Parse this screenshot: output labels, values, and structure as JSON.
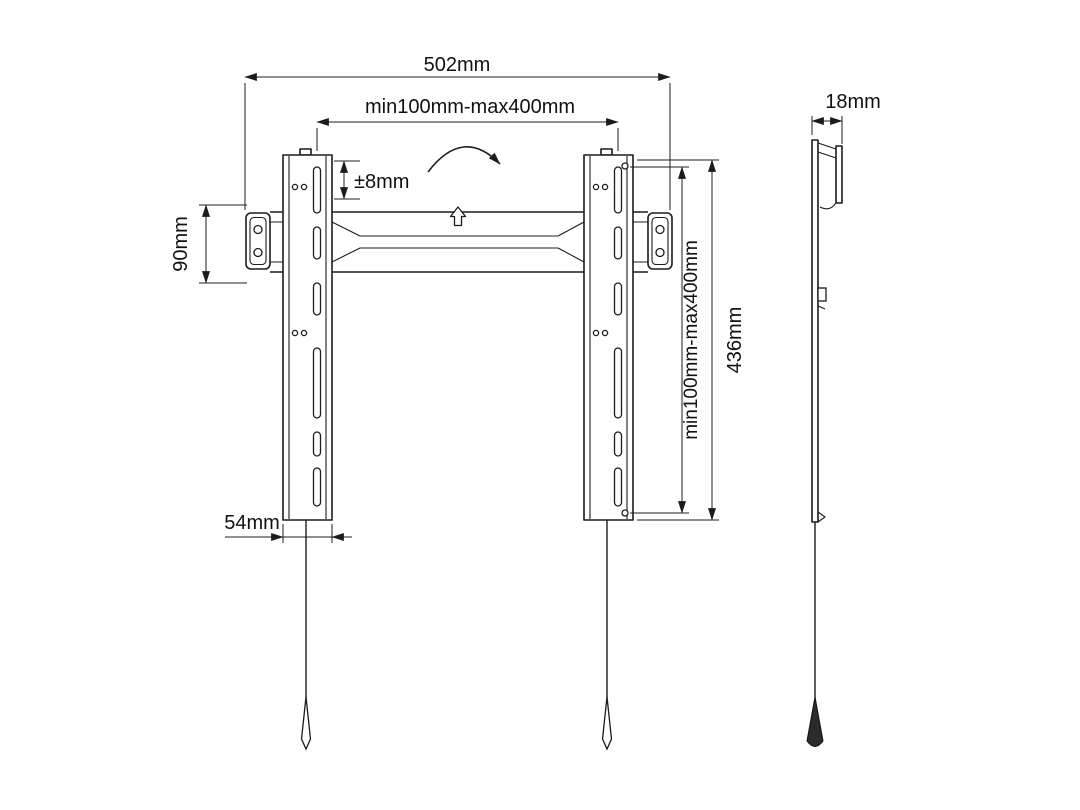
{
  "diagram": {
    "front": {
      "overall_width": "502mm",
      "vesa_horizontal": "min100mm-max400mm",
      "level_adjust": "±8mm",
      "plate_height": "90mm",
      "bracket_height": "436mm",
      "vesa_vertical": "min100mm-max400mm",
      "bracket_width": "54mm"
    },
    "side": {
      "depth": "18mm"
    },
    "colors": {
      "ink": "#1c1c1c",
      "background": "#ffffff"
    }
  }
}
